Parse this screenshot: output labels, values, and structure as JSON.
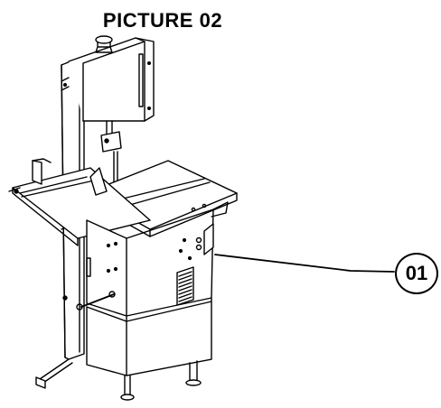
{
  "title": "PICTURE 02",
  "callout": {
    "number": "01"
  },
  "colors": {
    "ink": "#000000",
    "background": "#ffffff"
  },
  "icons": {
    "callout": "callout-circle",
    "machine": "band-saw-machine"
  }
}
